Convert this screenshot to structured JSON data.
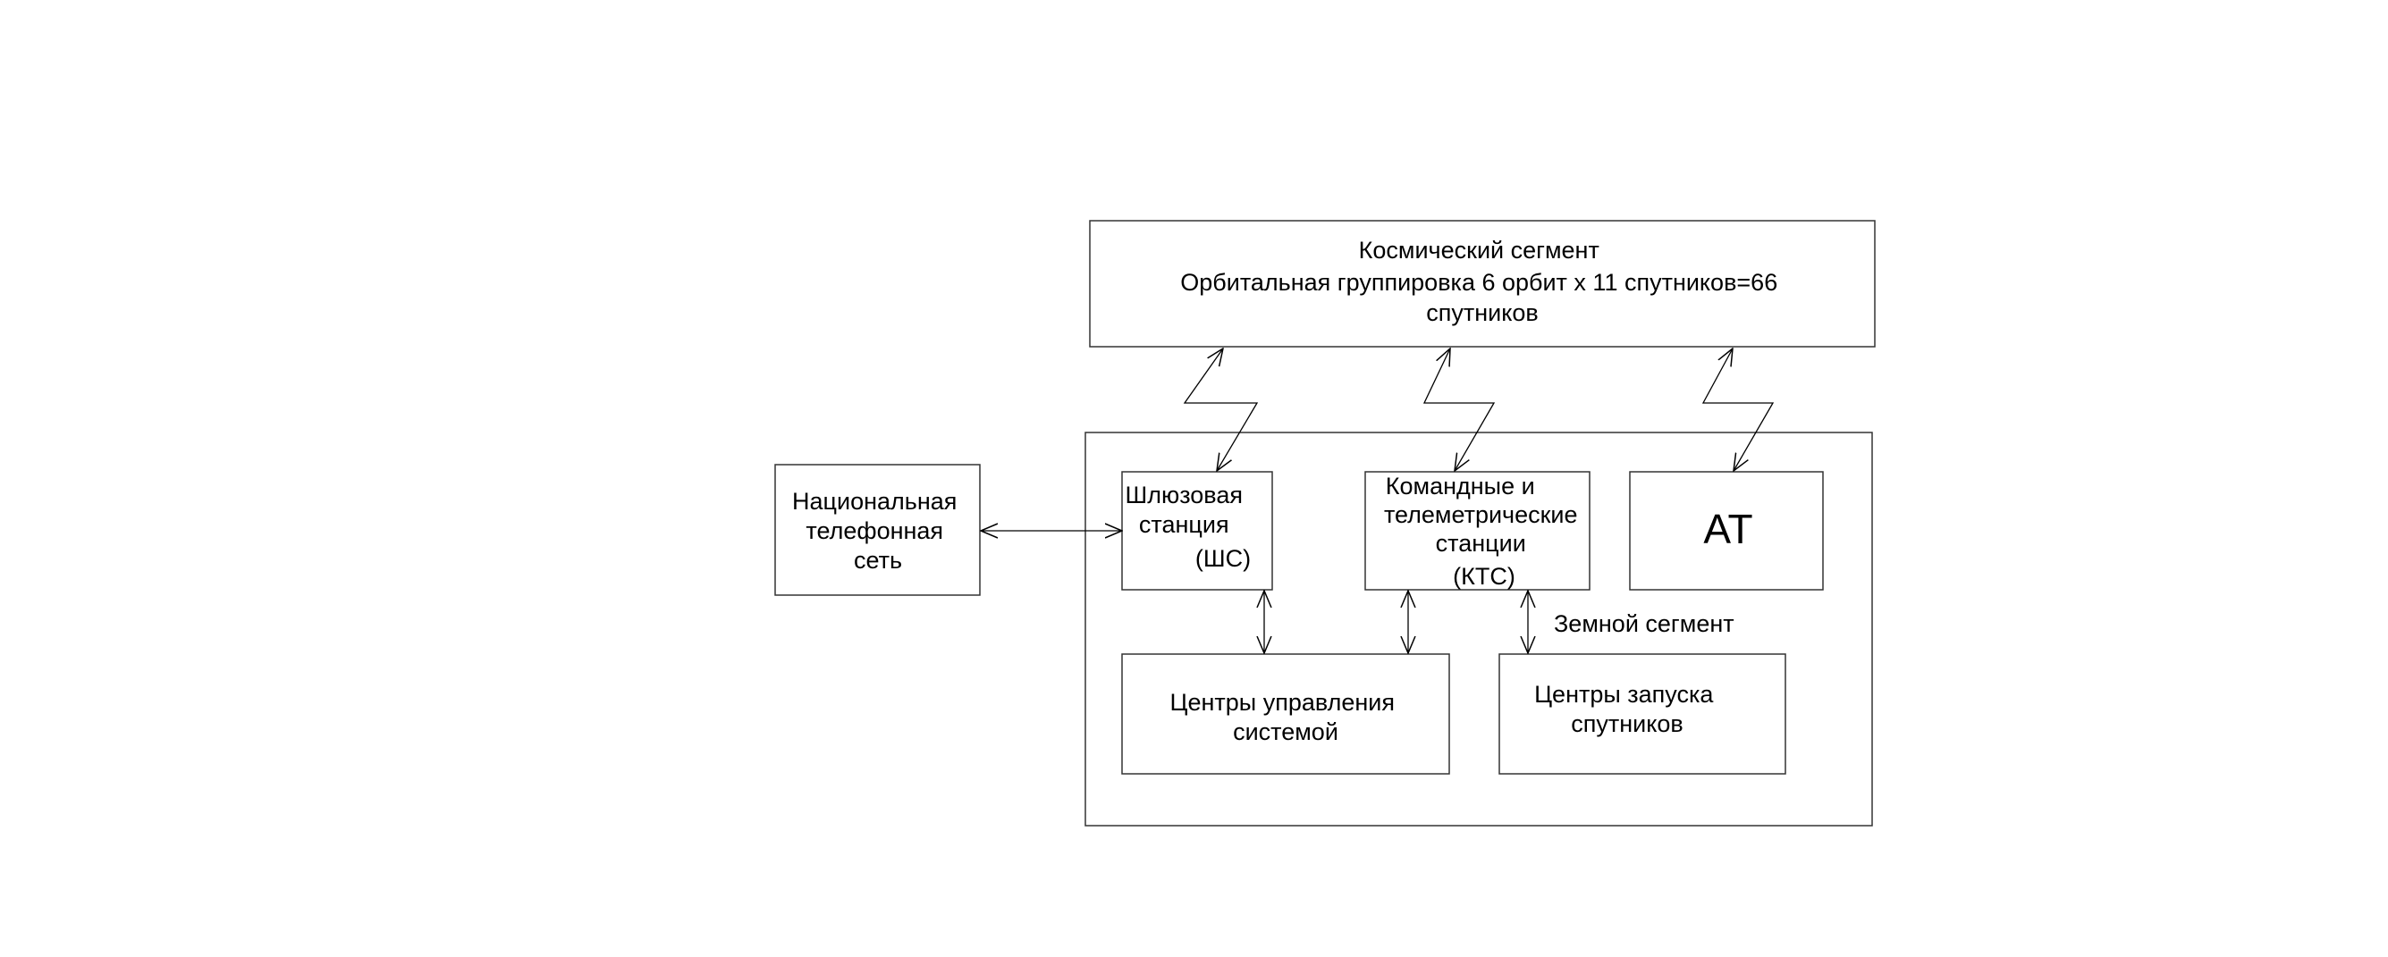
{
  "diagram": {
    "space_segment": {
      "lines": [
        "Космический сегмент",
        "Орбитальная группировка 6 орбит  х  11 спутников=66",
        "спутников"
      ]
    },
    "ground_segment_label": "Земной сегмент",
    "national_network": {
      "lines": [
        "Национальная",
        "телефонная",
        "сеть"
      ]
    },
    "gateway_station": {
      "lines": [
        "Шлюзовая",
        "станция",
        "(ШС)"
      ]
    },
    "command_telemetry": {
      "lines": [
        "Командные и",
        "телеметрические",
        "станции",
        "(КТС)"
      ]
    },
    "at_terminal": {
      "lines": [
        "АТ"
      ]
    },
    "system_control": {
      "lines": [
        "Центры управления",
        "системой"
      ]
    },
    "launch_centers": {
      "lines": [
        "Центры запуска",
        "спутников"
      ]
    }
  }
}
